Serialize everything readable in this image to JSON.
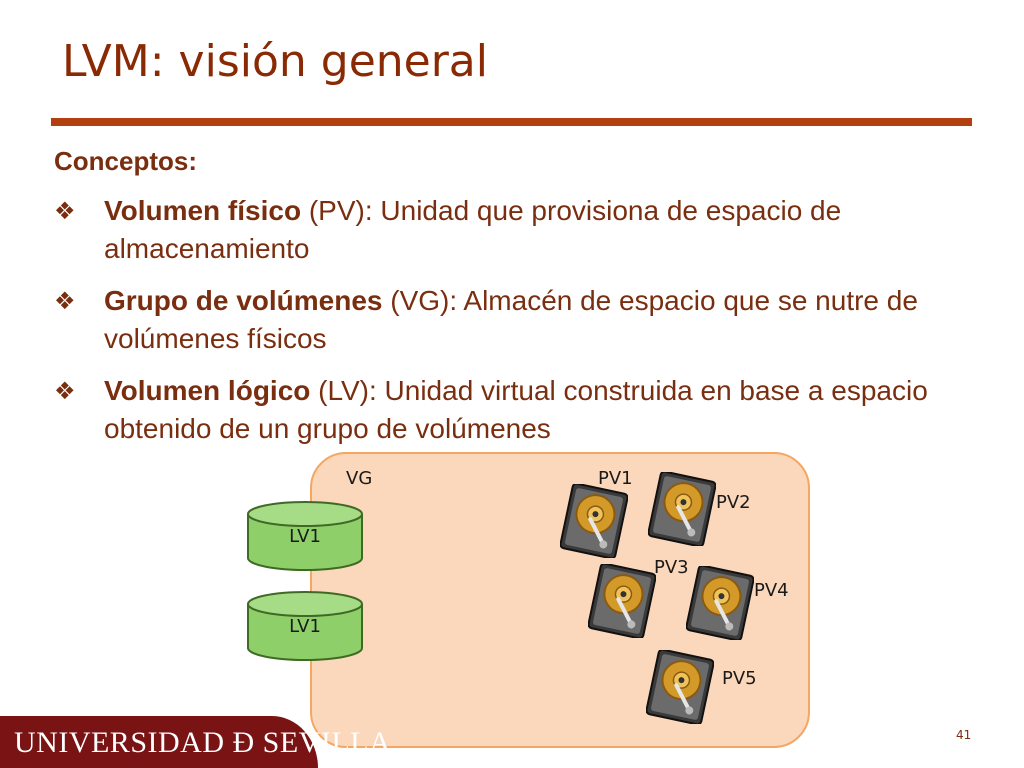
{
  "slide": {
    "title": "LVM: visión general",
    "heading": "Conceptos:",
    "bullets": [
      {
        "term": "Volumen físico",
        "rest": " (PV): Unidad que provisiona de espacio de almacenamiento"
      },
      {
        "term": "Grupo de volúmenes",
        "rest": " (VG): Almacén de espacio que se nutre de volúmenes físicos"
      },
      {
        "term": "Volumen lógico",
        "rest": " (LV): Unidad virtual construida en base a espacio obtenido de un grupo de volúmenes"
      }
    ],
    "bullet_icon": "diamond-bullet-icon",
    "page_number": "41"
  },
  "diagram": {
    "vg_label": "VG",
    "logical_volumes": [
      "LV1",
      "LV1"
    ],
    "physical_volumes": [
      "PV1",
      "PV2",
      "PV3",
      "PV4",
      "PV5"
    ],
    "pv_icon": "hard-disk-icon",
    "lv_icon": "cylinder-icon"
  },
  "footer": {
    "institution": "UNIVERSIDAD Ð SEVILLA"
  },
  "colors": {
    "title": "#8a2a05",
    "rule": "#b2400e",
    "body_text": "#7a2e10",
    "vg_fill": "#fbd7bb",
    "vg_border": "#f4a763",
    "lv_fill": "#8fcf6a",
    "lv_stroke": "#3f6a25",
    "footer": "#7a1414"
  }
}
